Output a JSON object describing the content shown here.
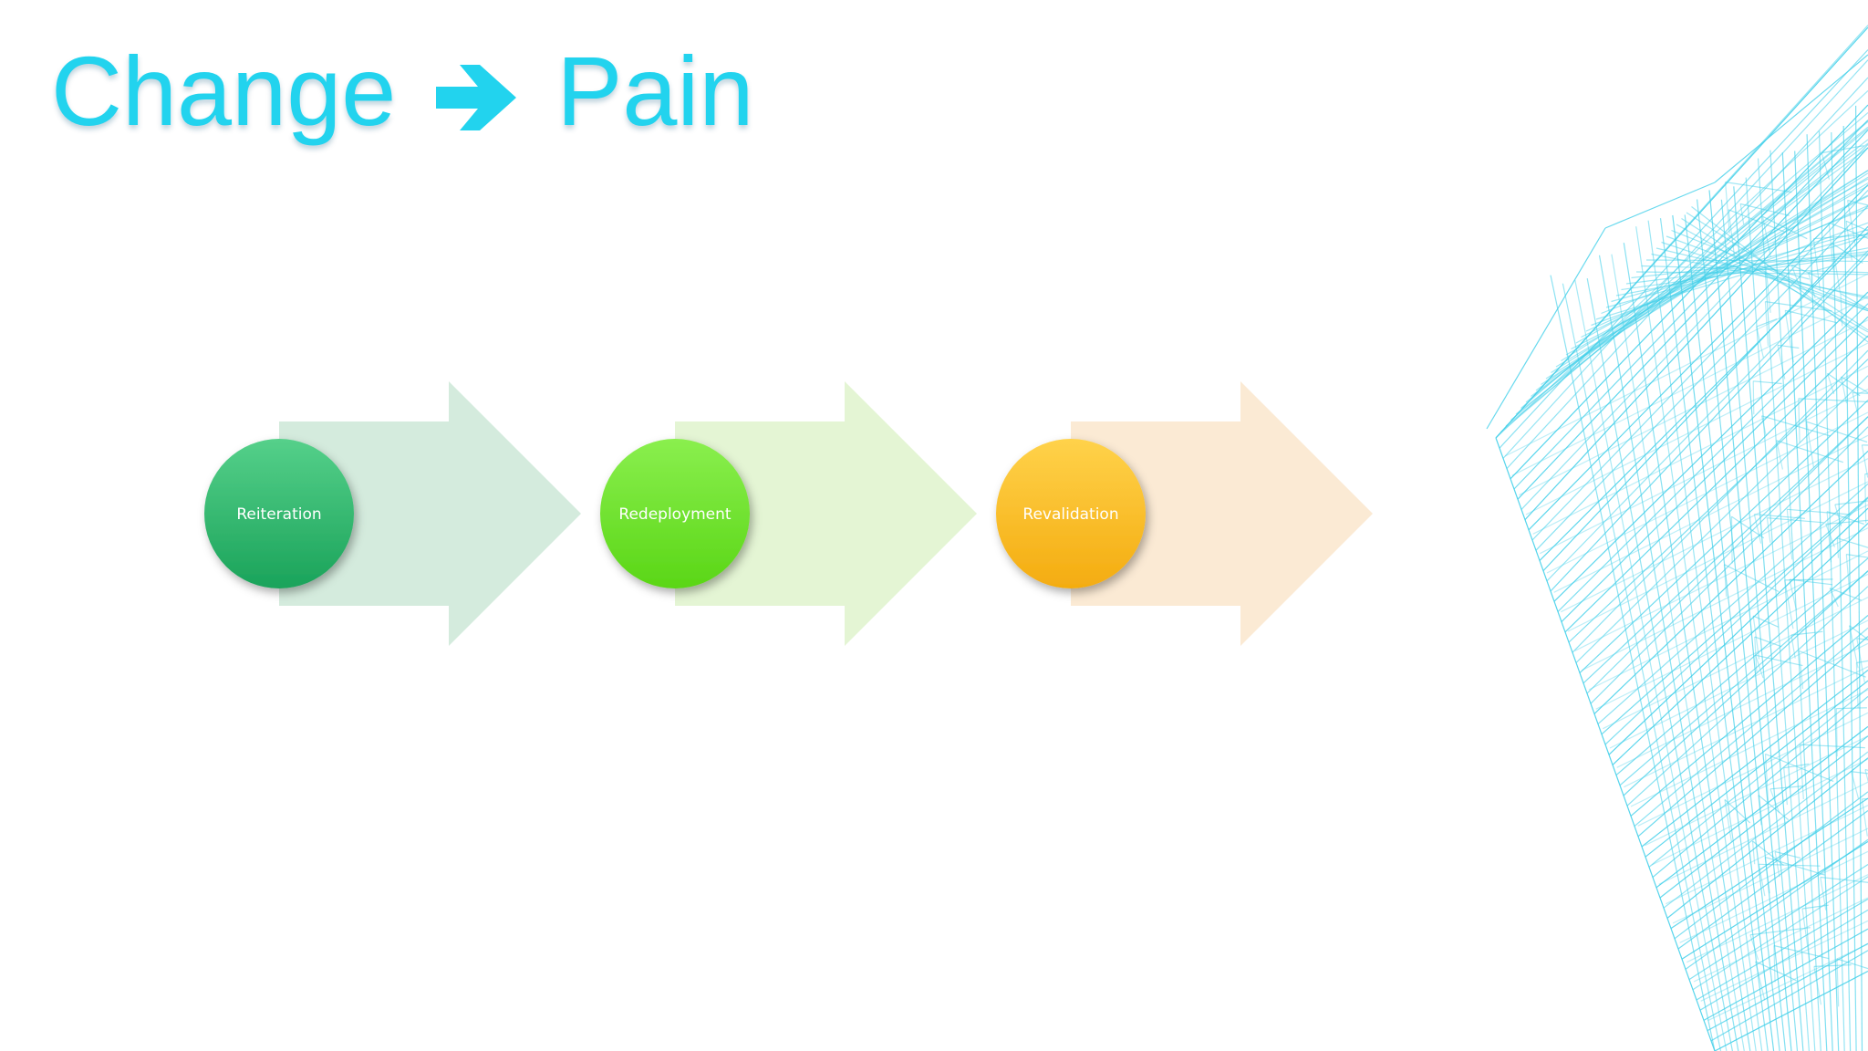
{
  "title": {
    "left": "Change",
    "right": "Pain",
    "arrow_icon": "right-arrow-icon",
    "color": "#22d3ee"
  },
  "process": {
    "stages": [
      {
        "label": "Reiteration",
        "circle_top": "#55d08a",
        "circle_bottom": "#1aa35a",
        "arrow_color": "#d4ebdd"
      },
      {
        "label": "Redeployment",
        "circle_top": "#8aef4e",
        "circle_bottom": "#5ad616",
        "arrow_color": "#e4f5d4"
      },
      {
        "label": "Revalidation",
        "circle_top": "#ffd24a",
        "circle_bottom": "#f4ac10",
        "arrow_color": "#fbead4"
      }
    ]
  },
  "decoration": {
    "icon": "wireframe-building-icon",
    "color": "#22c8e6"
  }
}
